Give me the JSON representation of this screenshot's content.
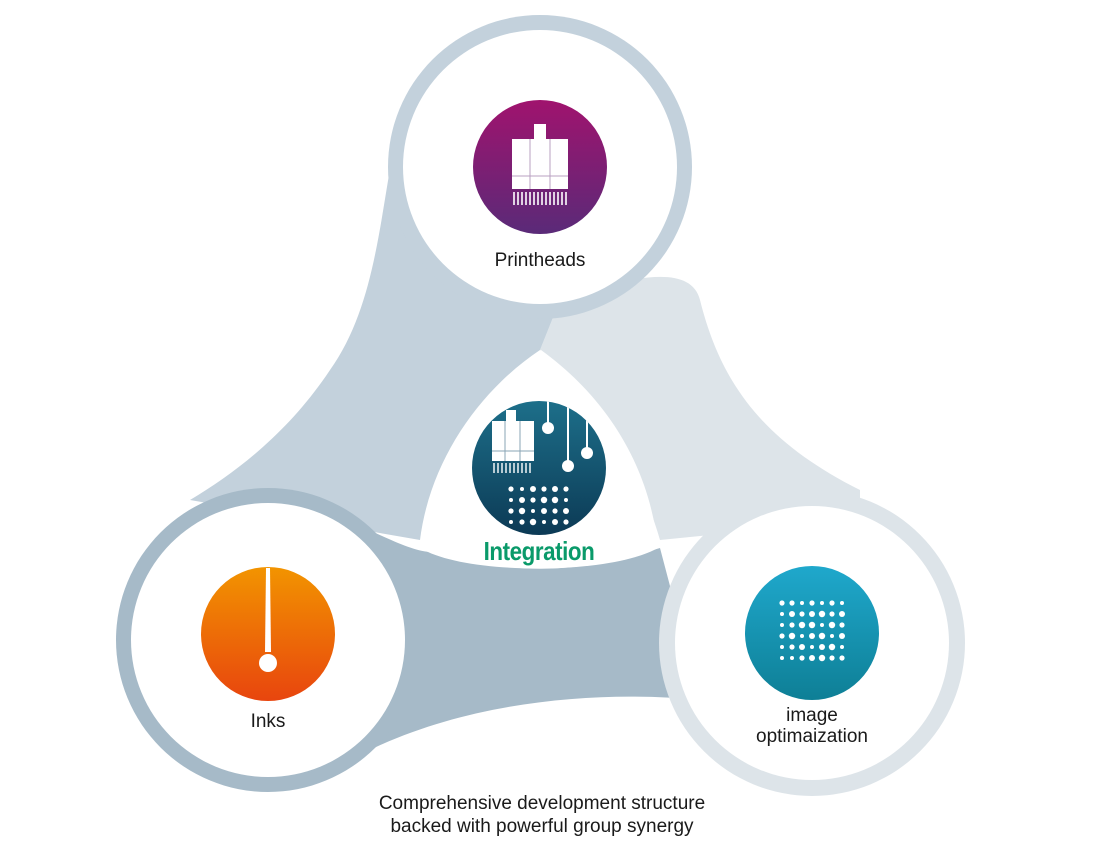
{
  "diagram": {
    "nodes": {
      "printheads": {
        "label": "Printheads",
        "icon": "printhead-icon",
        "color_top": "#a0136e",
        "color_bottom": "#5a2a78"
      },
      "inks": {
        "label": "Inks",
        "icon": "ink-drop-icon",
        "color_top": "#f29400",
        "color_bottom": "#e8450e"
      },
      "image_optimization": {
        "label_line1": "image",
        "label_line2": "optimaization",
        "icon": "halftone-dots-icon",
        "color_top": "#1fa8cc",
        "color_bottom": "#0e7f96"
      },
      "integration": {
        "label": "Integration",
        "icon": "integration-icon",
        "color_top": "#1d6f8a",
        "color_bottom": "#0c3a55",
        "label_color": "#0a9a6a"
      }
    },
    "ring_colors": {
      "top": "#c3d1dc",
      "left": "#a6bac8",
      "right": "#dde4e9"
    },
    "caption_line1": "Comprehensive development structure",
    "caption_line2": "backed with powerful group synergy"
  }
}
